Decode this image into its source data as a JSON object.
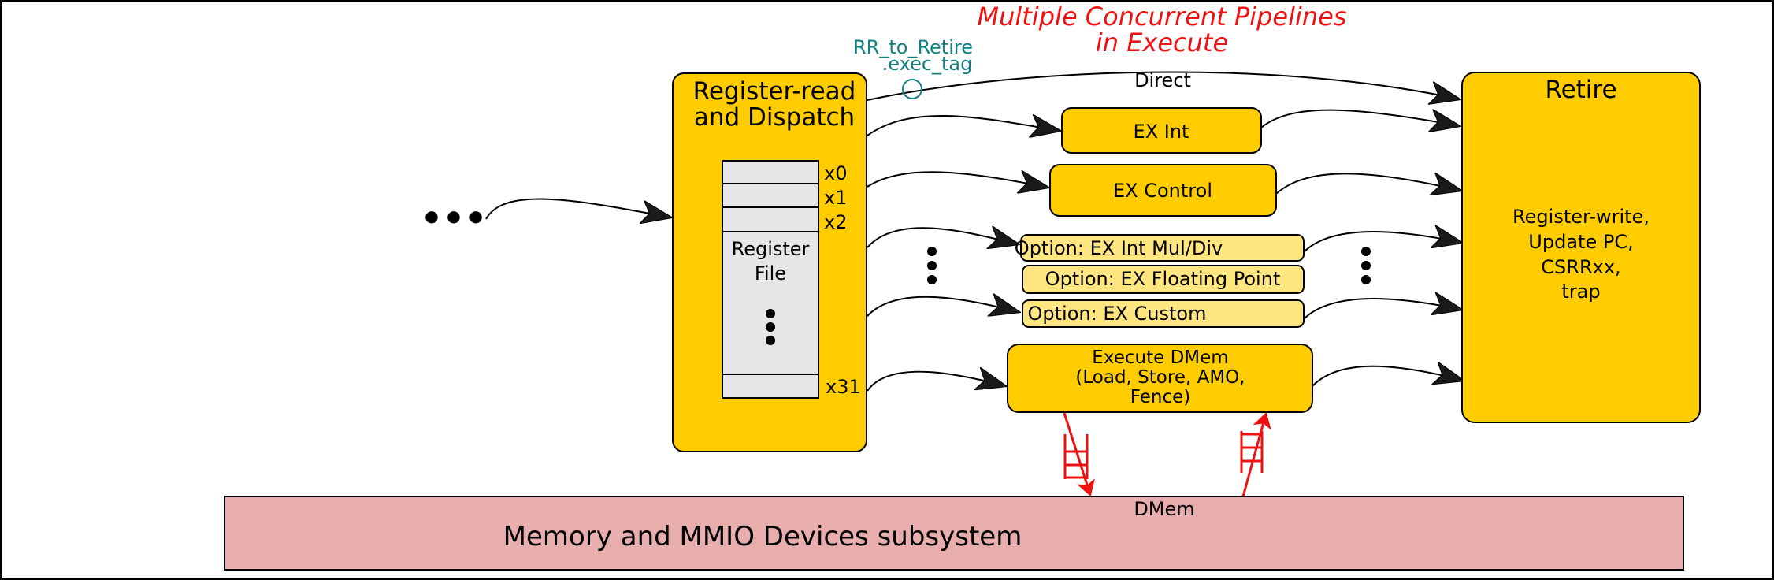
{
  "title": {
    "line1": "Multiple Concurrent Pipelines",
    "line2": "in Execute",
    "color": "#ee1111"
  },
  "tag": {
    "line1": "RR_to_Retire",
    "line2": ".exec_tag",
    "color": "#118080"
  },
  "direct_label": "Direct",
  "ellipsis_glyph": "•••",
  "rr_block": {
    "line1": "Register-read",
    "line2": "and Dispatch",
    "fill": "#ffcc00"
  },
  "register_file": {
    "line1": "Register",
    "line2": "File",
    "registers": [
      "x0",
      "x1",
      "x2",
      "x31"
    ],
    "fill": "#e6e6e6"
  },
  "pipelines": {
    "ex_int": "EX Int",
    "ex_control": "EX Control",
    "ex_muldiv": "Option: EX Int Mul/Div",
    "ex_fp": "Option: EX Floating Point",
    "ex_custom": "Option: EX Custom",
    "dmem_line1": "Execute DMem",
    "dmem_line2": "(Load, Store, AMO,",
    "dmem_line3": "Fence)",
    "fill": "#ffcc00",
    "option_fill": "#ffe680"
  },
  "retire": {
    "title": "Retire",
    "line1": "Register-write,",
    "line2": "Update PC,",
    "line3": "CSRRxx,",
    "line4": "trap",
    "fill": "#ffcc00"
  },
  "memory": {
    "label": "Memory and MMIO Devices subsystem",
    "port_label": "DMem",
    "fill": "#e8adad"
  },
  "memory_arrow_color": "#ee1111"
}
